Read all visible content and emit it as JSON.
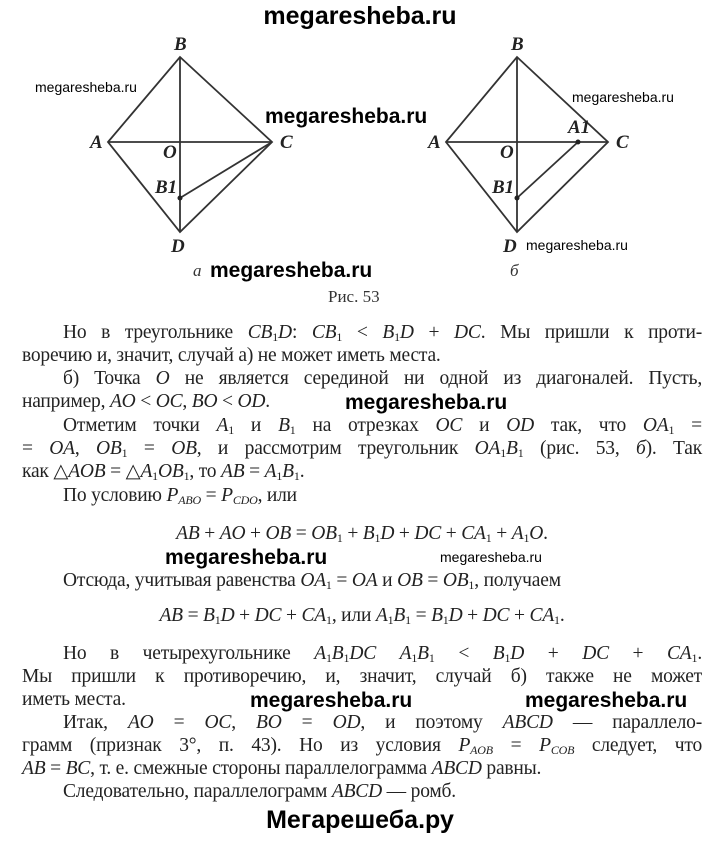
{
  "header": {
    "site": "megaresheba.ru"
  },
  "figure": {
    "caption": "Рис. 53",
    "left": {
      "sublabel": "а",
      "points": [
        "A",
        "B",
        "C",
        "D",
        "O",
        "B1"
      ],
      "watermarks": [
        "megaresheba.ru",
        "megaresheba.ru",
        "megaresheba.ru"
      ]
    },
    "right": {
      "sublabel": "б",
      "points": [
        "A",
        "B",
        "C",
        "D",
        "O",
        "A1",
        "B1"
      ],
      "watermarks": [
        "megaresheba.ru",
        "megaresheba.ru"
      ]
    }
  },
  "text": {
    "lines": [
      "Но в треугольнике *CB*_{1}*D*: *CB*_{1} < *B*_{1}*D* + *DC*. Мы пришли к проти-",
      "воречию и, значит, случай а) не может иметь места.",
      "б) Точка *O* не является серединой ни одной из диагоналей. Пусть,",
      "например, *AO* < *OC*, *BO* < *OD*.",
      "Отметим точки *A*_{1} и *B*_{1} на отрезках *OC* и *OD* так, что *OA*_{1} =",
      "= *OA*, *OB*_{1} = *OB*, и рассмотрим треугольник *OA*_{1}*B*_{1} (рис. 53, *б*). Так",
      "как △*AOB* = △*A*_{1}*OB*_{1}, то *AB* = *A*_{1}*B*_{1}.",
      "По условию *P*_{ABO} = *P*_{CDO}, или",
      "*AB* + *AO* + *OB* = *OB*_{1} + *B*_{1}*D* + *DC* + *CA*_{1} + *A*_{1}*O*.",
      "Отсюда, учитывая равенства *OA*_{1} = *OA* и *OB* = *OB*_{1}, получаем",
      "*AB* = *B*_{1}*D* + *DC* + *CA*_{1}, или *A*_{1}*B*_{1} = *B*_{1}*D* + *DC* + *CA*_{1}.",
      "Но в четырехугольнике *A*_{1}*B*_{1}*DC* *A*_{1}*B*_{1} < *B*_{1}*D* + *DC* + *CA*_{1}.",
      "Мы пришли к противоречию, и, значит, случай б) также не может",
      "иметь места.",
      "Итак, *AO* = *OC*, *BO* = *OD*, и поэтому *ABCD* — параллело-",
      "грамм (признак 3°, п. 43). Но из условия *P*_{AOB} = *P*_{COB} следует, что",
      "*AB* = *BC*, т. е. смежные стороны параллелограмма *ABCD* равны.",
      "Следовательно, параллелограмм *ABCD* — ромб."
    ],
    "watermarks": [
      "megaresheba.ru",
      "megaresheba.ru",
      "megaresheba.ru",
      "megaresheba.ru",
      "megaresheba.ru"
    ]
  },
  "footer": {
    "site": "Мегарешеба.ру"
  }
}
